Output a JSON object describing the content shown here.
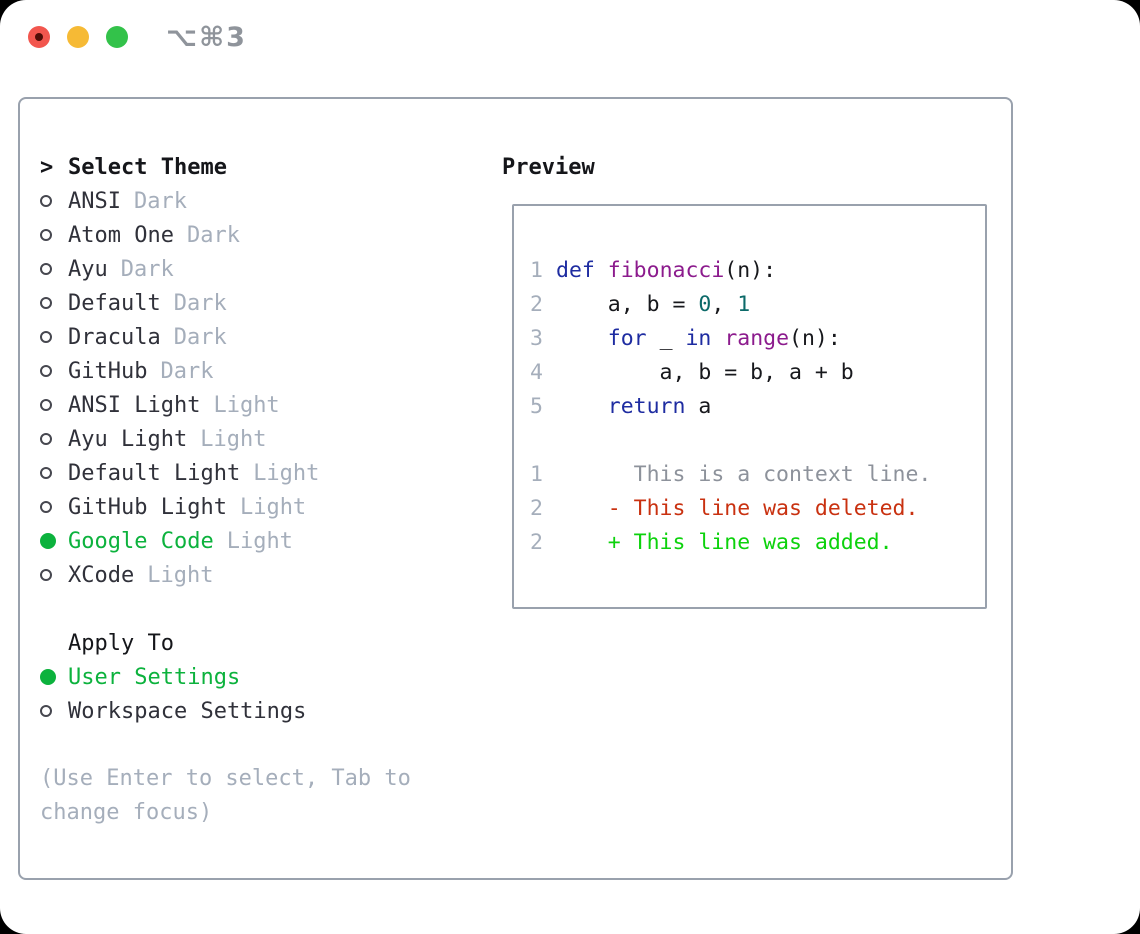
{
  "window": {
    "title": "⌥⌘3",
    "traffic_lights": [
      "close",
      "minimize",
      "zoom"
    ]
  },
  "theme_selector": {
    "focus_marker": ">",
    "header": "Select Theme",
    "items": [
      {
        "label": "ANSI",
        "variant": "Dark",
        "selected": false
      },
      {
        "label": "Atom One",
        "variant": "Dark",
        "selected": false
      },
      {
        "label": "Ayu",
        "variant": "Dark",
        "selected": false
      },
      {
        "label": "Default",
        "variant": "Dark",
        "selected": false
      },
      {
        "label": "Dracula",
        "variant": "Dark",
        "selected": false
      },
      {
        "label": "GitHub",
        "variant": "Dark",
        "selected": false
      },
      {
        "label": "ANSI Light",
        "variant": "Light",
        "selected": false
      },
      {
        "label": "Ayu Light",
        "variant": "Light",
        "selected": false
      },
      {
        "label": "Default Light",
        "variant": "Light",
        "selected": false
      },
      {
        "label": "GitHub Light",
        "variant": "Light",
        "selected": false
      },
      {
        "label": "Google Code",
        "variant": "Light",
        "selected": true
      },
      {
        "label": "XCode",
        "variant": "Light",
        "selected": false
      }
    ]
  },
  "apply_to": {
    "header": "Apply To",
    "options": [
      {
        "label": "User Settings",
        "selected": true
      },
      {
        "label": "Workspace Settings",
        "selected": false
      }
    ]
  },
  "help_text": "(Use Enter to select, Tab to change focus)",
  "preview": {
    "header": "Preview",
    "code_lines": [
      {
        "num": "1",
        "tokens": [
          [
            "kw",
            "def"
          ],
          [
            "pl",
            " "
          ],
          [
            "fn",
            "fibonacci"
          ],
          [
            "pl",
            "(n):"
          ]
        ]
      },
      {
        "num": "2",
        "tokens": [
          [
            "pl",
            "    a, b = "
          ],
          [
            "lit",
            "0"
          ],
          [
            "pl",
            ", "
          ],
          [
            "lit",
            "1"
          ]
        ]
      },
      {
        "num": "3",
        "tokens": [
          [
            "pl",
            "    "
          ],
          [
            "kw",
            "for"
          ],
          [
            "pl",
            " _ "
          ],
          [
            "kw",
            "in"
          ],
          [
            "pl",
            " "
          ],
          [
            "fn",
            "range"
          ],
          [
            "pl",
            "(n):"
          ]
        ]
      },
      {
        "num": "4",
        "tokens": [
          [
            "pl",
            "        a, b = b, a + b"
          ]
        ]
      },
      {
        "num": "5",
        "tokens": [
          [
            "pl",
            "    "
          ],
          [
            "kw",
            "return"
          ],
          [
            "pl",
            " a"
          ]
        ]
      }
    ],
    "diff_lines": [
      {
        "num": "1",
        "type": "context",
        "text": "      This is a context line."
      },
      {
        "num": "2",
        "type": "deleted",
        "text": "    - This line was deleted."
      },
      {
        "num": "2",
        "type": "added",
        "text": "    + This line was added."
      }
    ]
  },
  "colors": {
    "selected_green": "#0cb23d",
    "added_green": "#0cd20c",
    "deleted_red": "#c93110",
    "keyword_blue": "#1e2ca1",
    "function_purple": "#8c1b8d",
    "literal_teal": "#0c6a69",
    "muted_gray": "#a5aebb",
    "context_gray": "#8d929b",
    "text_dark": "#30313a",
    "border_gray": "#99a1ad",
    "traffic_red": "#f2564e",
    "traffic_yellow": "#f6ba35",
    "traffic_green": "#33c24a"
  }
}
